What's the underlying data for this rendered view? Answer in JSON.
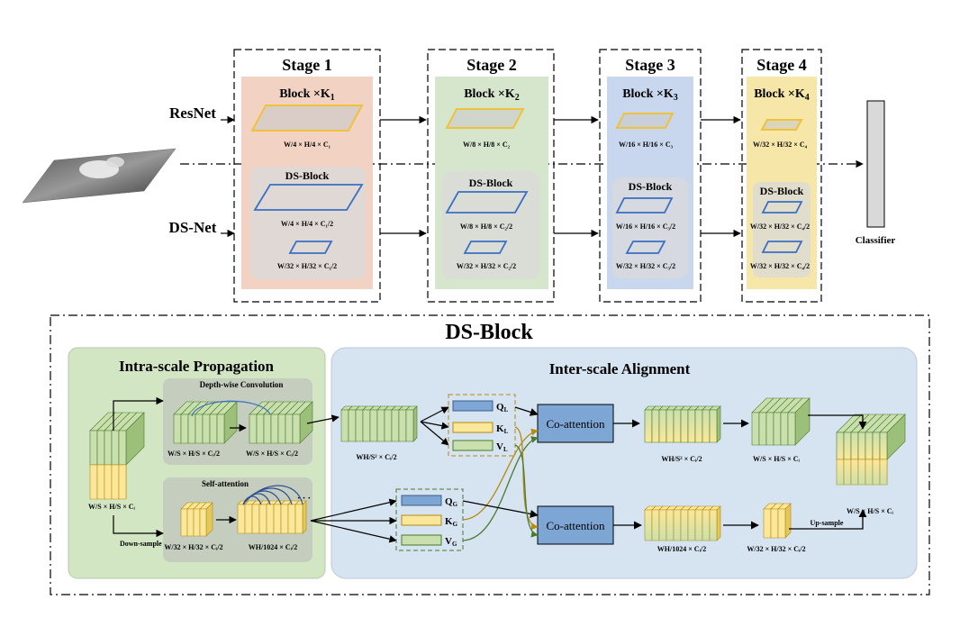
{
  "top": {
    "row_labels": {
      "resnet": "ResNet",
      "dsnet": "DS-Net"
    },
    "classifier": "Classifier",
    "stages": [
      {
        "title": "Stage 1",
        "block_label": "Block ×K",
        "k_sub": "1",
        "resnet_dims": [
          "W/4",
          "H/4",
          "C₁"
        ],
        "ds_label": "DS-Block",
        "ds_dims_1": [
          "W/4",
          "H/4",
          "C₁/2"
        ],
        "ds_dims_2": [
          "W/32",
          "H/32",
          "C₁/2"
        ]
      },
      {
        "title": "Stage 2",
        "block_label": "Block ×K",
        "k_sub": "2",
        "resnet_dims": [
          "W/8",
          "H/8",
          "C₂"
        ],
        "ds_label": "DS-Block",
        "ds_dims_1": [
          "W/8",
          "H/8",
          "C₂/2"
        ],
        "ds_dims_2": [
          "W/32",
          "H/32",
          "C₂/2"
        ]
      },
      {
        "title": "Stage 3",
        "block_label": "Block ×K",
        "k_sub": "3",
        "resnet_dims": [
          "W/16",
          "H/16",
          "C₃"
        ],
        "ds_label": "DS-Block",
        "ds_dims_1": [
          "W/16",
          "H/16",
          "C₃/2"
        ],
        "ds_dims_2": [
          "W/32",
          "H/32",
          "C₃/2"
        ]
      },
      {
        "title": "Stage 4",
        "block_label": "Block ×K",
        "k_sub": "4",
        "resnet_dims": [
          "W/32",
          "H/32",
          "C₄"
        ],
        "ds_label": "DS-Block",
        "ds_dims_1": [
          "W/32",
          "H/32",
          "C₄/2"
        ],
        "ds_dims_2": [
          "W/32",
          "H/32",
          "C₄/2"
        ]
      }
    ]
  },
  "ds_block": {
    "title": "DS-Block",
    "intra": {
      "title": "Intra-scale Propagation",
      "dw_conv": "Depth-wise Convolution",
      "self_attention": "Self-attention",
      "down_sample": "Down-sample",
      "input_dims": [
        "W/S",
        "H/S",
        "Cᵢ"
      ],
      "dw_dims_1": [
        "W/S",
        "H/S",
        "Cᵢ/2"
      ],
      "dw_dims_2": [
        "W/S",
        "H/S",
        "Cᵢ/2"
      ],
      "sa_dims_1": [
        "W/32",
        "H/32",
        "Cᵢ/2"
      ],
      "sa_dims_2": [
        "WH/1024",
        "Cᵢ/2"
      ]
    },
    "inter": {
      "title": "Inter-scale Alignment",
      "co_attention_1": "Co-attention",
      "co_attention_2": "Co-attention",
      "up_sample": "Up-sample",
      "flat_dims": [
        "WH/S²",
        "Cᵢ/2"
      ],
      "ql": "Q",
      "kl": "K",
      "vl": "V",
      "sub_l": "L",
      "qg": "Q",
      "kg": "K",
      "vg": "V",
      "sub_g": "G",
      "out_local_flat": [
        "WH/S²",
        "Cᵢ/2"
      ],
      "out_local_cube": [
        "W/S",
        "H/S",
        "Cᵢ"
      ],
      "out_global_flat": [
        "WH/1024",
        "Cᵢ/2"
      ],
      "out_global_cube": [
        "W/32",
        "H/32",
        "Cᵢ/2"
      ],
      "out_final": [
        "W/S",
        "H/S",
        "Cᵢ"
      ]
    }
  },
  "colors": {
    "stage1": "#f2d2c3",
    "stage2": "#d6e6cc",
    "stage3": "#c9d7ee",
    "stage4": "#f6e7a8",
    "green": "#c9e0ae",
    "yellow": "#fbe79a",
    "blue_box": "#7ea6d5",
    "panel_green": "#d3e6c4",
    "panel_blue": "#d6e3f1"
  }
}
